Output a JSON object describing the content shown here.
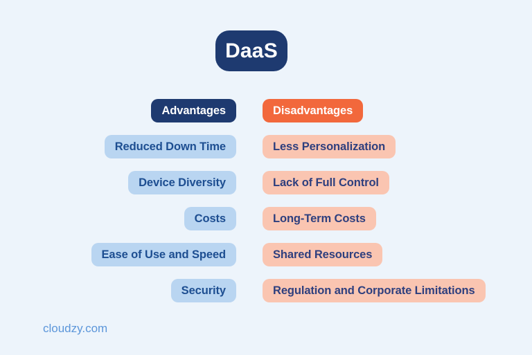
{
  "title_badge": "DaaS",
  "advantages": {
    "header": "Advantages",
    "items": [
      "Reduced Down Time",
      "Device Diversity",
      "Costs",
      "Ease of Use and Speed",
      "Security"
    ]
  },
  "disadvantages": {
    "header": "Disadvantages",
    "items": [
      "Less Personalization",
      "Lack of Full Control",
      "Long-Term Costs",
      "Shared Resources",
      "Regulation and Corporate Limitations"
    ]
  },
  "footer": {
    "website": "cloudzy.com"
  },
  "colors": {
    "background": "#edf4fb",
    "navy": "#1e3a70",
    "orange": "#f2683c",
    "advantage_pill": "#b9d5f1",
    "advantage_text": "#1d4e91",
    "disadvantage_pill": "#fac5b1",
    "disadvantage_text": "#2e3f7e",
    "footer_text": "#5c96da"
  }
}
